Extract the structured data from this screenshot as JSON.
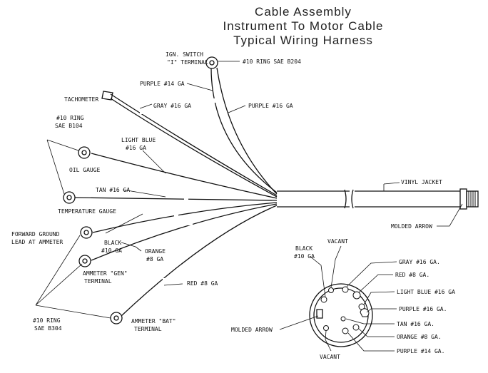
{
  "title": {
    "line1": "Cable Assembly",
    "line2": "Instrument To Motor Cable",
    "line3": "Typical Wiring Harness"
  },
  "harness": {
    "ign_switch_1": "IGN. SWITCH",
    "ign_switch_2": "\"I\" TERMINAL",
    "ring_sae_b204": "#10 RING SAE B204",
    "purple_14": "PURPLE #14 GA",
    "tachometer": "TACHOMETER",
    "gray_16": "GRAY #16 GA",
    "purple_16": "PURPLE #16 GA",
    "ring10_1": "#10 RING",
    "ring10_2": "SAE B104",
    "light_blue_1": "LIGHT BLUE",
    "light_blue_2": "#16 GA",
    "oil_gauge": "OIL GAUGE",
    "tan_16": "TAN #16 GA",
    "temp_gauge": "TEMPERATURE GAUGE",
    "vinyl_jacket": "VINYL JACKET",
    "molded_arrow": "MOLDED ARROW",
    "fwd_ground_1": "FORWARD GROUND",
    "fwd_ground_2": "LEAD AT AMMETER",
    "black_1": "BLACK",
    "black_2": "#10 GA",
    "orange_1": "ORANGE",
    "orange_2": "#8 GA",
    "ammeter_gen_1": "AMMETER \"GEN\"",
    "ammeter_gen_2": "TERMINAL",
    "red_8": "RED #8 GA",
    "ring_b304_1": "#10 RING",
    "ring_b304_2": "SAE B304",
    "ammeter_bat_1": "AMMETER \"BAT\"",
    "ammeter_bat_2": "TERMINAL"
  },
  "connector": {
    "black_1": "BLACK",
    "black_2": "#10 GA",
    "vacant_top": "VACANT",
    "vacant_bottom": "VACANT",
    "molded_arrow": "MOLDED ARROW",
    "pins": [
      "GRAY #16 GA.",
      "RED #8 GA.",
      "LIGHT BLUE #16 GA",
      "PURPLE #16 GA.",
      "TAN #16 GA.",
      "ORANGE #8 GA.",
      "PURPLE #14 GA."
    ]
  }
}
